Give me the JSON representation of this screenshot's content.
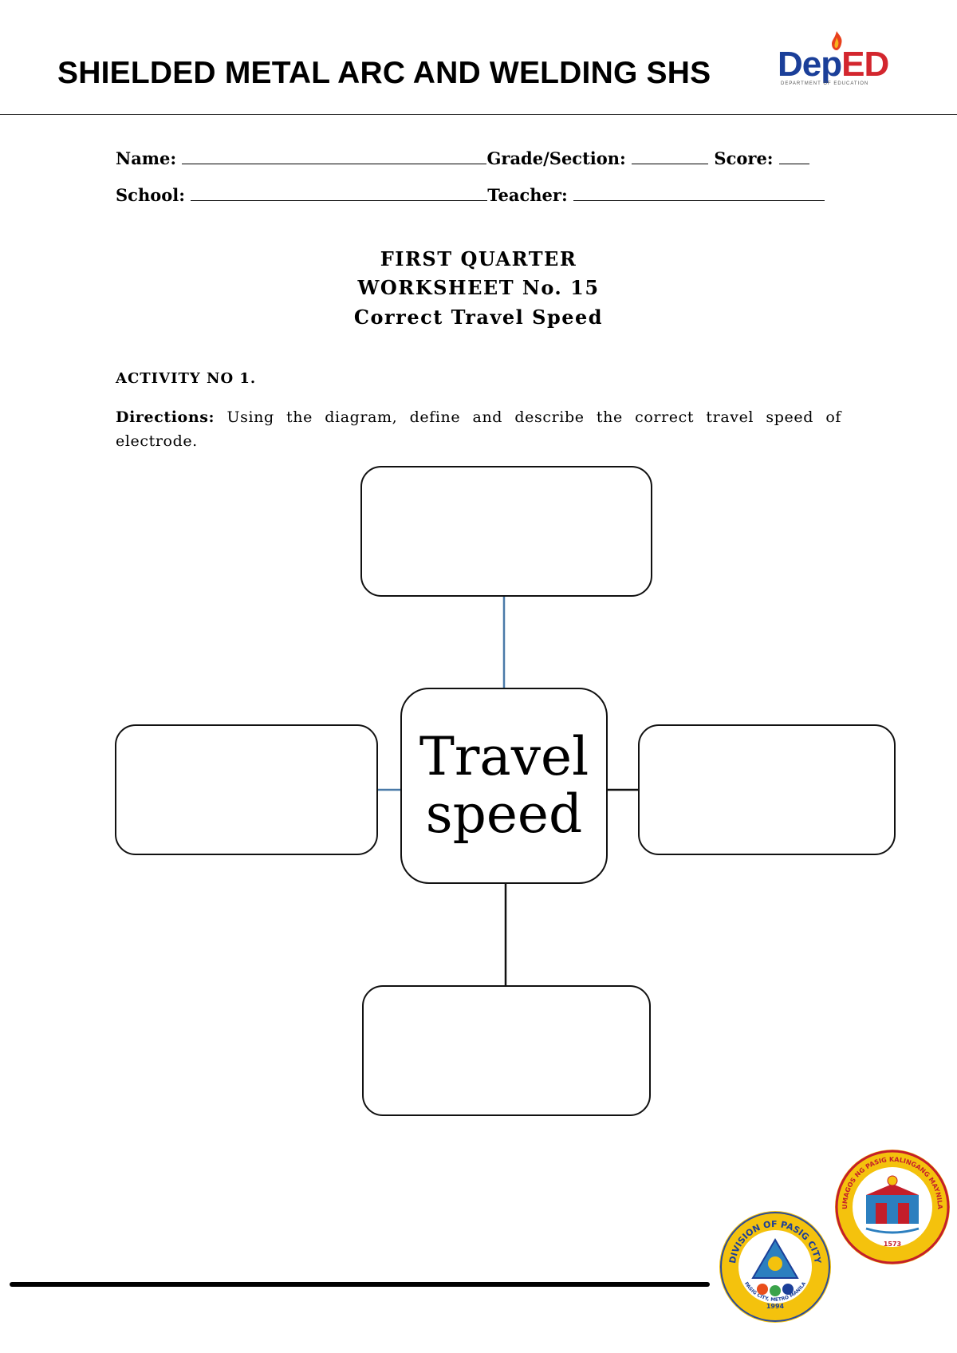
{
  "header": {
    "title": "SHIELDED METAL ARC AND WELDING SHS",
    "logo": {
      "part1": "Dep",
      "part2": "ED",
      "tagline": "DEPARTMENT OF EDUCATION",
      "dep_color": "#1b3f99",
      "ed_color": "#d3262e"
    }
  },
  "fields": {
    "name_label": "Name:",
    "grade_label": "Grade/Section:",
    "score_label": "Score:",
    "school_label": "School:",
    "teacher_label": "Teacher:"
  },
  "titles": {
    "quarter": "FIRST QUARTER",
    "worksheet": "WORKSHEET No. 15",
    "topic": "Correct Travel Speed"
  },
  "activity": {
    "heading": "ACTIVITY NO 1.",
    "directions_label": "Directions:",
    "directions_text": "Using the diagram, define and describe the correct travel speed of electrode."
  },
  "diagram": {
    "center_label": "Travel speed",
    "connector_color": "#4a7aa8",
    "connector_dark": "#111111"
  },
  "footer": {
    "seal_division_text": "DIVISION OF PASIG CITY",
    "seal_division_year": "1994",
    "seal_division_sub": "PASIG CITY, METRO MANILA",
    "seal_pasig_text": "UMAGOS NG PASIG KALINGANG MAYNILA",
    "seal_pasig_year": "1573"
  }
}
